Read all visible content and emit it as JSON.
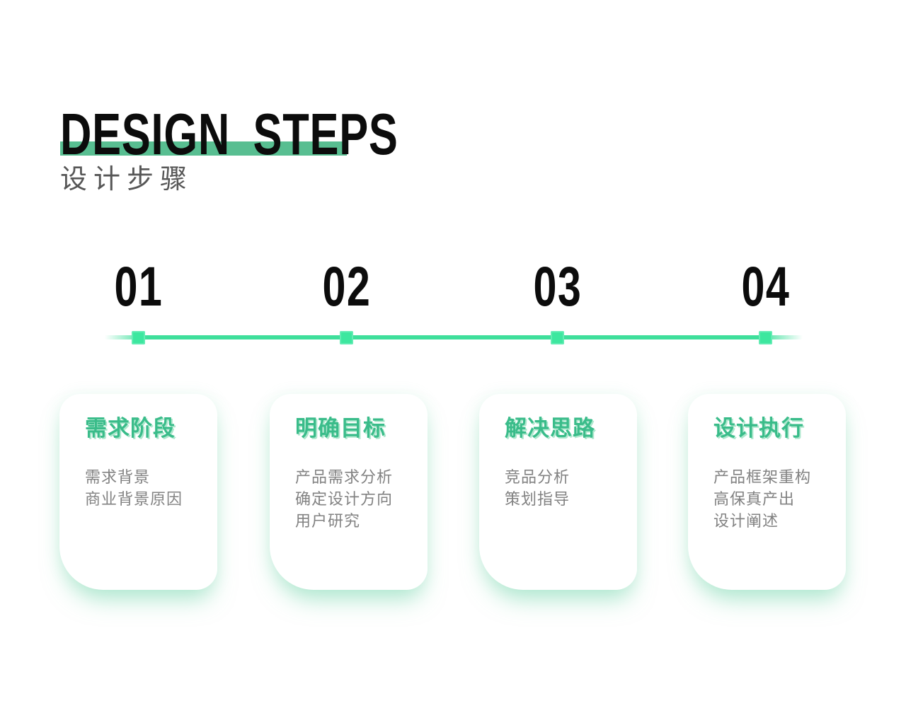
{
  "header": {
    "title": "DESIGN STEPS",
    "subtitle": "设计步骤"
  },
  "colors": {
    "title_black": "#0c0c0c",
    "title_highlight_bar": "#58be91",
    "subtitle_gray": "#565656",
    "timeline_green": "#3edf9b",
    "marker_green": "#3de79f",
    "card_title_green": "#3abc8a",
    "card_body_gray": "#828282",
    "card_shadow_green": "rgba(111,214,170,0.5)"
  },
  "steps": [
    {
      "number": "01",
      "title": "需求阶段",
      "lines": [
        "需求背景",
        "商业背景原因"
      ]
    },
    {
      "number": "02",
      "title": "明确目标",
      "lines": [
        "产品需求分析",
        "确定设计方向",
        "用户研究"
      ]
    },
    {
      "number": "03",
      "title": "解决思路",
      "lines": [
        "竞品分析",
        "策划指导"
      ]
    },
    {
      "number": "04",
      "title": "设计执行",
      "lines": [
        "产品框架重构",
        "高保真产出",
        "设计阐述"
      ]
    }
  ]
}
